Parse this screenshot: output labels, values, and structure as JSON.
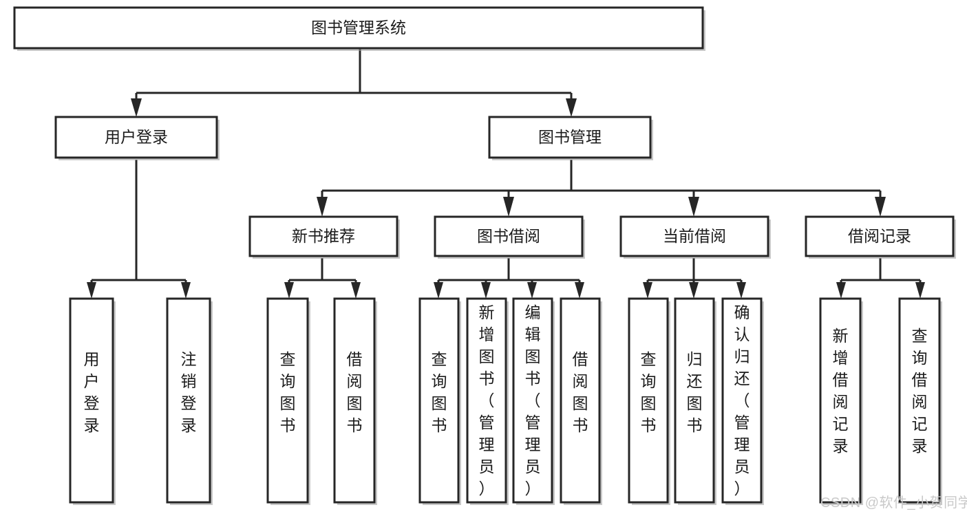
{
  "diagram": {
    "type": "tree-hierarchy-chart",
    "title": "图书管理系统",
    "colors": {
      "stroke": "#262626",
      "fill": "#ffffff",
      "text": "#1b1b1b",
      "shadow": "#9a9a9a",
      "watermark": "#c9c9c9"
    },
    "levels": {
      "root": {
        "label": "图书管理系统",
        "orientation": "horizontal"
      },
      "level2": [
        {
          "id": "user-login",
          "label": "用户登录",
          "orientation": "horizontal"
        },
        {
          "id": "book-management",
          "label": "图书管理",
          "orientation": "horizontal"
        }
      ],
      "level3": [
        {
          "id": "new-book-recommend",
          "label": "新书推荐",
          "orientation": "horizontal",
          "parent": "book-management"
        },
        {
          "id": "book-borrow",
          "label": "图书借阅",
          "orientation": "horizontal",
          "parent": "book-management"
        },
        {
          "id": "current-borrow",
          "label": "当前借阅",
          "orientation": "horizontal",
          "parent": "book-management"
        },
        {
          "id": "borrow-record",
          "label": "借阅记录",
          "orientation": "horizontal",
          "parent": "book-management"
        }
      ],
      "leaves": [
        {
          "id": "leaf-user-login",
          "label": "用户登录",
          "orientation": "vertical",
          "parent": "user-login"
        },
        {
          "id": "leaf-user-logout",
          "label": "注销登录",
          "orientation": "vertical",
          "parent": "user-login"
        },
        {
          "id": "leaf-query-book-1",
          "label": "查询图书",
          "orientation": "vertical",
          "parent": "new-book-recommend"
        },
        {
          "id": "leaf-borrow-book-1",
          "label": "借阅图书",
          "orientation": "vertical",
          "parent": "new-book-recommend"
        },
        {
          "id": "leaf-query-book-2",
          "label": "查询图书",
          "orientation": "vertical",
          "parent": "book-borrow"
        },
        {
          "id": "leaf-add-book",
          "label": "新增图书（管理员）",
          "orientation": "vertical",
          "parent": "book-borrow"
        },
        {
          "id": "leaf-edit-book",
          "label": "编辑图书（管理员）",
          "orientation": "vertical",
          "parent": "book-borrow"
        },
        {
          "id": "leaf-borrow-book-2",
          "label": "借阅图书",
          "orientation": "vertical",
          "parent": "book-borrow"
        },
        {
          "id": "leaf-query-book-3",
          "label": "查询图书",
          "orientation": "vertical",
          "parent": "current-borrow"
        },
        {
          "id": "leaf-return-book",
          "label": "归还图书",
          "orientation": "vertical",
          "parent": "current-borrow"
        },
        {
          "id": "leaf-confirm-return",
          "label": "确认归还（管理员）",
          "orientation": "vertical",
          "parent": "current-borrow"
        },
        {
          "id": "leaf-add-record",
          "label": "新增借阅记录",
          "orientation": "vertical",
          "parent": "borrow-record"
        },
        {
          "id": "leaf-query-record",
          "label": "查询借阅记录",
          "orientation": "vertical",
          "parent": "borrow-record"
        }
      ]
    }
  },
  "watermark": {
    "text": "CSDN @软件_小贺同学"
  }
}
